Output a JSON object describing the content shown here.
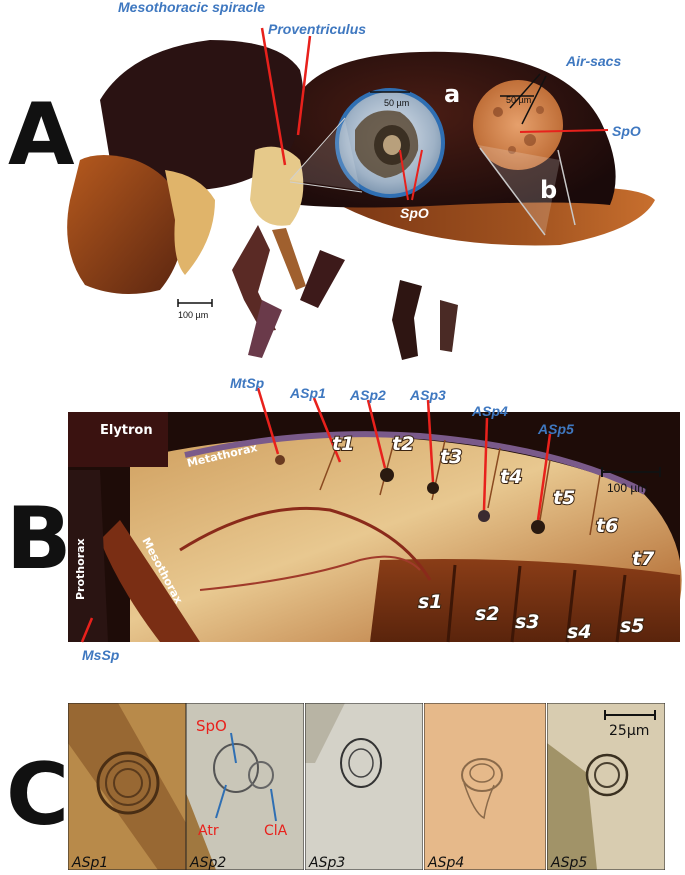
{
  "panels": {
    "a": {
      "letter": "A",
      "labels": {
        "mesothoracic_spiracle": "Mesothoracic spiracle",
        "proventriculus": "Proventriculus",
        "air_sacs": "Air-sacs",
        "spo_right": "SpO",
        "spo_center": "SpO",
        "inset_a": "a",
        "inset_b": "b",
        "scale_inset_a": "50 µm",
        "scale_inset_b": "50 µm",
        "scale_main": "100 µm"
      }
    },
    "b": {
      "letter": "B",
      "labels": {
        "mtsp": "MtSp",
        "asp1": "ASp1",
        "asp2": "ASp2",
        "asp3": "ASp3",
        "asp4": "ASp4",
        "asp5": "ASp5",
        "mssp": "MsSp",
        "elytron": "Elytron",
        "metathorax": "Metathorax",
        "mesothorax": "Mesothorax",
        "prothorax": "Prothorax",
        "scale": "100 µm"
      },
      "tergites": [
        "t1",
        "t2",
        "t3",
        "t4",
        "t5",
        "t6",
        "t7"
      ],
      "sternites": [
        "s1",
        "s2",
        "s3",
        "s4",
        "s5"
      ]
    },
    "c": {
      "letter": "C",
      "scale": "25µm",
      "labels": {
        "spo": "SpO",
        "atr": "Atr",
        "cla": "ClA"
      },
      "images": [
        "ASp1",
        "ASp2",
        "ASp3",
        "ASp4",
        "ASp5"
      ]
    }
  },
  "colors": {
    "label_blue": "#3f78c0",
    "label_red": "#e8211c",
    "pointer_red": "#e8211c",
    "pointer_blue": "#2f6fb3",
    "beetle_dark": "#1a0c0b",
    "beetle_brown": "#8a3d17"
  }
}
